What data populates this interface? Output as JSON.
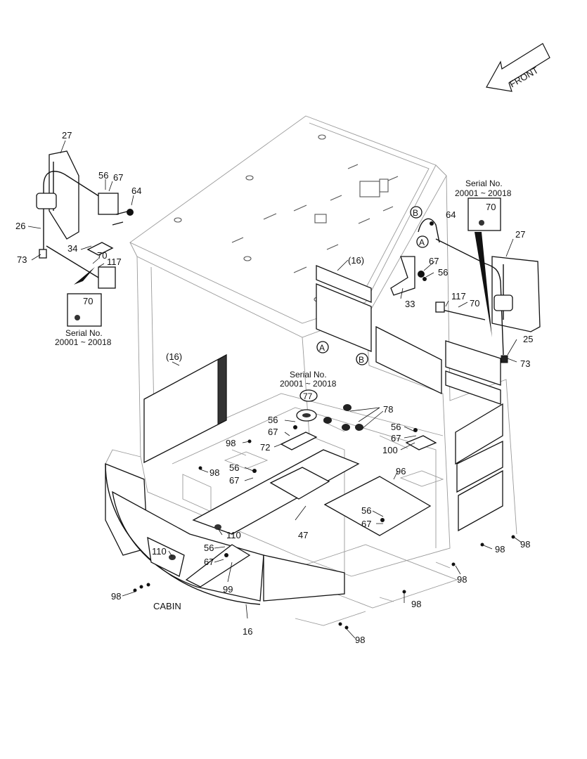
{
  "front_label": "FRONT",
  "cabin_label": "CABIN",
  "serial": {
    "left": {
      "line1": "Serial No.",
      "line2": "20001 ~ 20018",
      "part": "70"
    },
    "right": {
      "line1": "Serial No.",
      "line2": "20001 ~ 20018",
      "part": "70"
    },
    "center": {
      "line1": "Serial No.",
      "line2": "20001 ~ 20018",
      "part": "77"
    }
  },
  "circles": {
    "a": "A",
    "b": "B"
  },
  "callouts": [
    "27",
    "56",
    "67",
    "64",
    "26",
    "34",
    "73",
    "70",
    "117",
    "16_paren_l",
    "16_paren_r",
    "67",
    "56",
    "64",
    "33",
    "27",
    "117",
    "70",
    "25",
    "73",
    "78",
    "56",
    "67",
    "100",
    "96",
    "56",
    "67",
    "72",
    "98",
    "56",
    "67",
    "98",
    "56",
    "67",
    "47",
    "110",
    "110",
    "56",
    "67",
    "99",
    "98",
    "16",
    "98",
    "98",
    "98",
    "98"
  ],
  "labels": {
    "p27l": "27",
    "p56a": "56",
    "p67a": "67",
    "p64a": "64",
    "p26": "26",
    "p34": "34",
    "p73a": "73",
    "p70a": "70",
    "p117a": "117",
    "p16a": "(16)",
    "p16b": "(16)",
    "p67b": "67",
    "p56b": "56",
    "p64b": "64",
    "p33": "33",
    "p27r": "27",
    "p117b": "117",
    "p70b": "70",
    "p25": "25",
    "p73b": "73",
    "p78": "78",
    "p56c": "56",
    "p67c": "67",
    "p100": "100",
    "p96": "96",
    "p56d": "56",
    "p67d": "67",
    "p72": "72",
    "p98a": "98",
    "p56e": "56",
    "p67e": "67",
    "p98b": "98",
    "p56f": "56",
    "p67f": "67",
    "p47": "47",
    "p110a": "110",
    "p110b": "110",
    "p56g": "56",
    "p67g": "67",
    "p99": "99",
    "p98c": "98",
    "p16c": "16",
    "p98d": "98",
    "p98e": "98",
    "p98f": "98",
    "p98g": "98"
  }
}
